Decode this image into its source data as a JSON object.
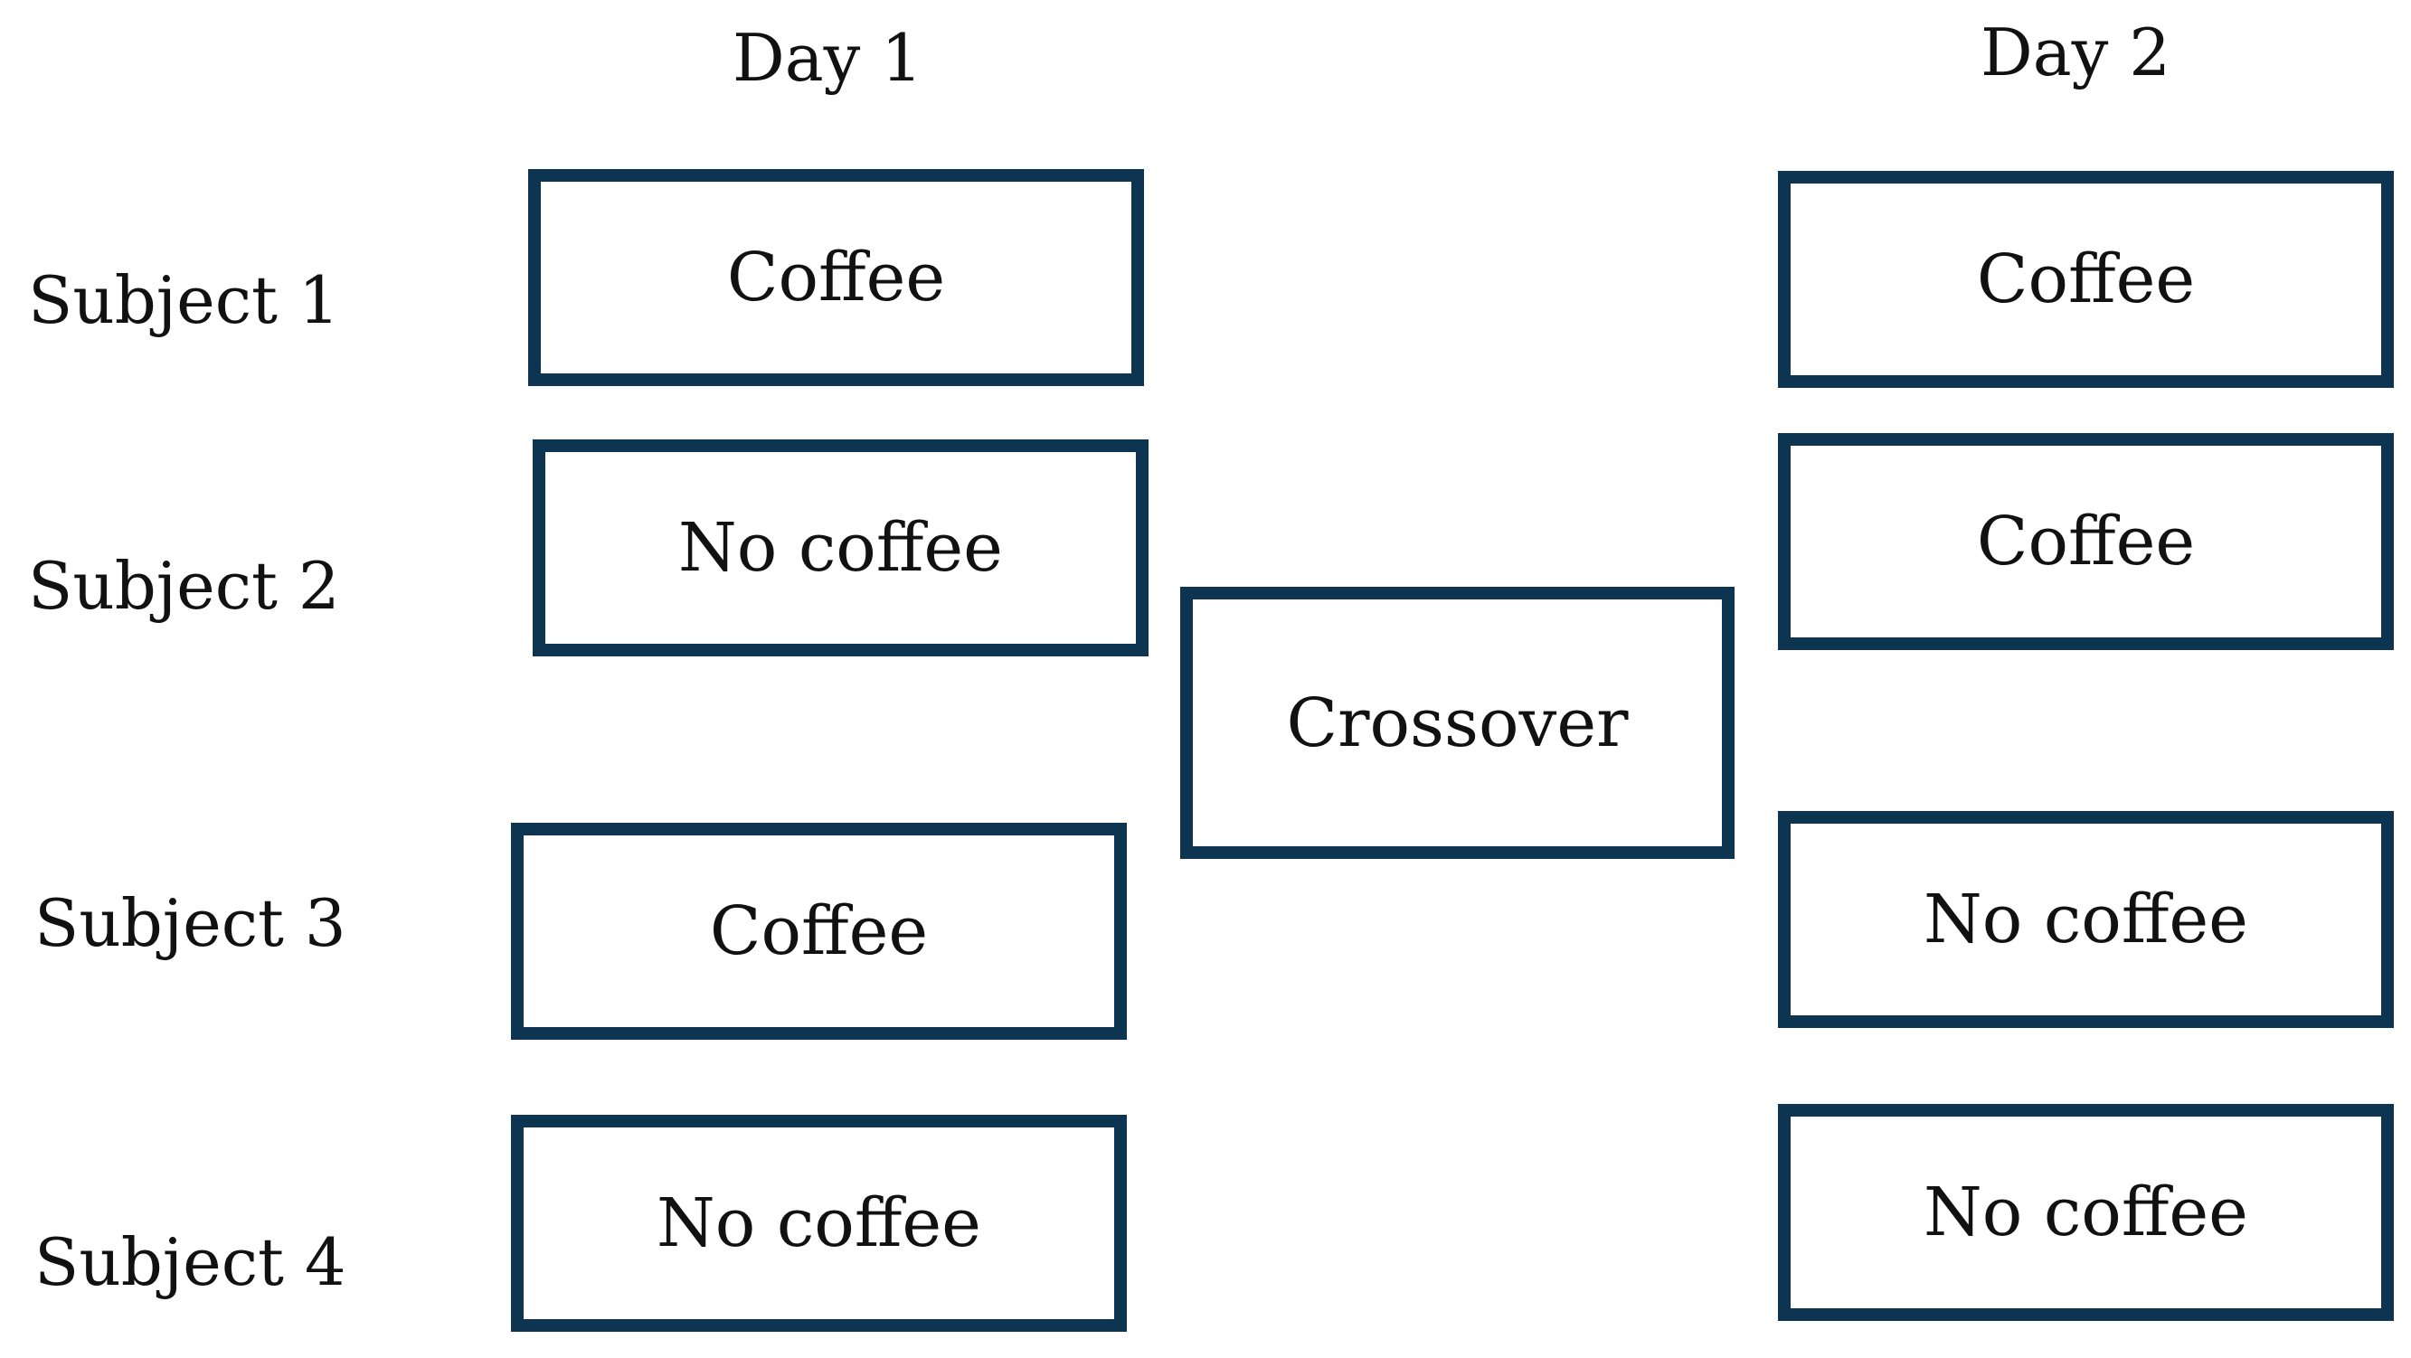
{
  "diagram": {
    "colors": {
      "box_border": "#0d3450",
      "text": "#111111",
      "background": "#ffffff"
    },
    "days": [
      {
        "label": "Day 1"
      },
      {
        "label": "Day 2"
      }
    ],
    "subjects": [
      {
        "label": "Subject 1",
        "day1": "Coffee",
        "day2": "Coffee"
      },
      {
        "label": "Subject 2",
        "day1": "No coffee",
        "day2": "Coffee"
      },
      {
        "label": "Subject 3",
        "day1": "Coffee",
        "day2": "No coffee"
      },
      {
        "label": "Subject 4",
        "day1": "No coffee",
        "day2": "No coffee"
      }
    ],
    "crossover": {
      "label": "Crossover"
    }
  }
}
